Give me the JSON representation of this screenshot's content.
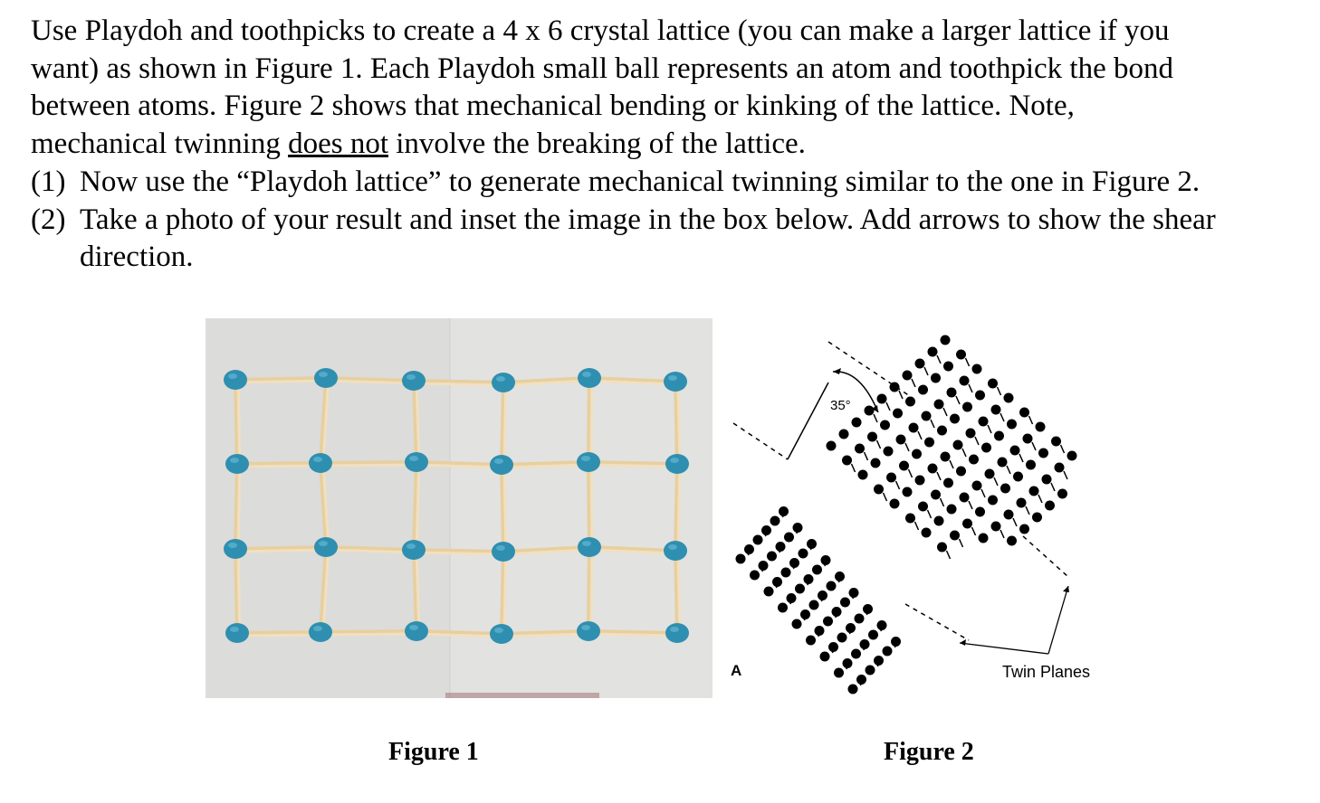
{
  "intro": {
    "line1": "Use Playdoh and toothpicks to create a 4 x 6 crystal lattice (you can make a larger lattice if you",
    "line2": "want) as shown in Figure 1. Each Playdoh small ball represents an atom and toothpick the bond",
    "line3": "between atoms. Figure 2 shows that mechanical bending or kinking of the lattice. Note,",
    "line4_before": "mechanical twinning ",
    "line4_underlined": "does not",
    "line4_after": " involve the breaking of the lattice."
  },
  "steps": [
    {
      "number": "(1)",
      "text": "Now use the “Playdoh lattice” to generate mechanical twinning similar to the one in Figure 2."
    },
    {
      "number": "(2)",
      "text": "Take a photo of your result and inset the image in the box below. Add arrows to show the shear direction."
    }
  ],
  "figure1": {
    "caption": "Figure 1",
    "rows": 4,
    "cols": 6,
    "colors": {
      "background": "#dcdcda",
      "ball": "#2f8fb0",
      "toothpick": "#e8cfa0"
    }
  },
  "figure2": {
    "caption": "Figure 2",
    "panel_label": "A",
    "angle_label": "35°",
    "twin_planes_label": "Twin Planes"
  }
}
